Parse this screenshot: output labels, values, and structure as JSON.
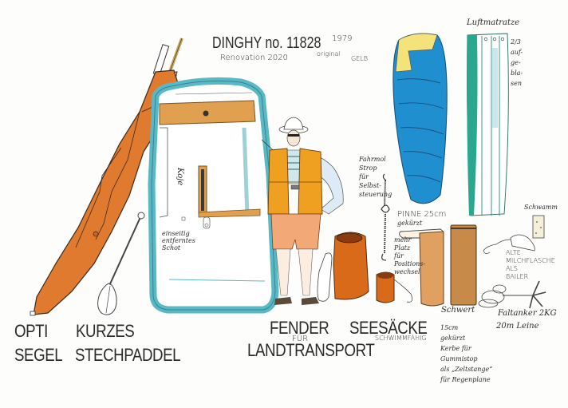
{
  "title": {
    "main": "DINGHY no. 11828",
    "year": "1979",
    "renovation": "Renovation 2020",
    "original": "original",
    "color": "GELB"
  },
  "items": {
    "sail": {
      "line1": "OPTI",
      "line2": "SEGEL"
    },
    "paddle": {
      "line1": "KURZES",
      "line2": "STECHPADDEL"
    },
    "fender": {
      "line1": "FENDER",
      "line2": "FÜR",
      "line3": "LANDTRANSPORT"
    },
    "bags": {
      "line1": "SEESÄCKE",
      "note": "SCHWIMMFÄHIG"
    },
    "berth": {
      "label": "Koje",
      "note": [
        "einseitig",
        "entferntes",
        "Schot"
      ]
    },
    "painter": {
      "note": [
        "Fahrmol",
        "Strop",
        "für",
        "Selbst-",
        "steuerung"
      ]
    },
    "tiller": {
      "label": "PINNE 25cm",
      "sub": "gekürzt",
      "note": [
        "mehr",
        "Platz",
        "für",
        "Positions-",
        "wechsel"
      ]
    },
    "centerboard": {
      "label": "Schwert",
      "note": [
        "15cm",
        "gekürzt",
        "Kerbe für",
        "Gummistop",
        "als „Zeltstange“",
        "für Regenplane"
      ]
    },
    "mattress": {
      "label": "Luftmatratze",
      "note": [
        "2/3",
        "auf-",
        "ge-",
        "bla-",
        "sen"
      ]
    },
    "sponge": {
      "label": "Schwamm"
    },
    "bailer": {
      "lines": [
        "ALTE",
        "MILCHFLASCHE",
        "ALS",
        "BAILER"
      ]
    },
    "anchor": {
      "label": "Faltanker 2KG",
      "sub": "20m Leine"
    }
  },
  "colors": {
    "sail": "#e07a2e",
    "hull": "#5ab8c4",
    "wood": "#e0a050",
    "sleeping_bag": "#1f8fd0",
    "sleeping_bag_hood": "#f4e27a",
    "mattress": "#2aa88f",
    "vest": "#f0a020",
    "bag": "#d86a1a"
  }
}
